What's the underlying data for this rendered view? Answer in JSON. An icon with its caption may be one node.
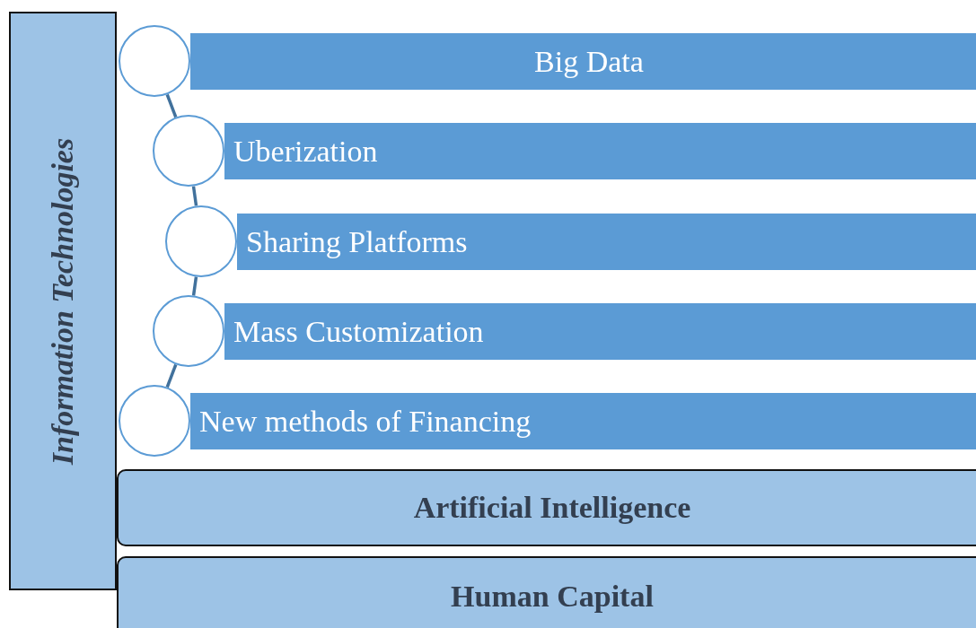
{
  "diagram": {
    "nodes": [
      {
        "text": [
          "Information Technologies"
        ]
      },
      {
        "text": [
          "Big Data"
        ]
      },
      {
        "text": [
          "Uberization"
        ]
      },
      {
        "text": [
          "Sharing Platforms"
        ]
      },
      {
        "text": [
          "Mass Customization"
        ]
      },
      {
        "text": [
          "New methods of Financing"
        ]
      },
      {
        "text": [],
        "shape": "circle"
      },
      {
        "text": [],
        "shape": "circle"
      },
      {
        "text": [],
        "shape": "circle"
      },
      {
        "text": [],
        "shape": "circle"
      },
      {
        "text": [],
        "shape": "circle"
      },
      {
        "text": [
          "Artificial Intelligence"
        ]
      },
      {
        "text": [
          "Human Capital"
        ]
      }
    ],
    "edges": [
      {
        "from": 6,
        "to": 7,
        "arrow": "none"
      },
      {
        "from": 7,
        "to": 8,
        "arrow": "none"
      },
      {
        "from": 8,
        "to": 9,
        "arrow": "none"
      },
      {
        "from": 9,
        "to": 10,
        "arrow": "none"
      }
    ]
  }
}
